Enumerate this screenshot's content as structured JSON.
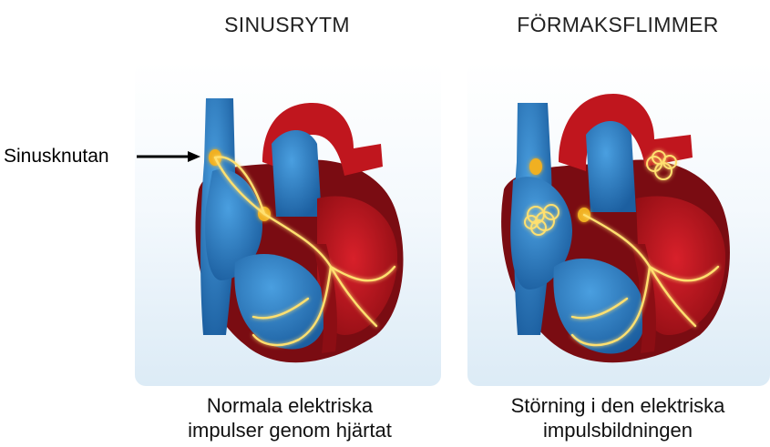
{
  "left_panel": {
    "title": "SINUSRYTM",
    "caption_line1": "Normala elektriska",
    "caption_line2": "impulser genom hjärtat"
  },
  "right_panel": {
    "title": "FÖRMAKSFLIMMER",
    "caption_line1": "Störning i den elektriska",
    "caption_line2": "impulsbildningen"
  },
  "annotation": {
    "label": "Sinusknutan"
  },
  "colors": {
    "blood_red": "#b8141c",
    "dark_red": "#6e0a10",
    "vein_blue": "#2c7fc8",
    "impulse_glow": "#ffd84a"
  }
}
